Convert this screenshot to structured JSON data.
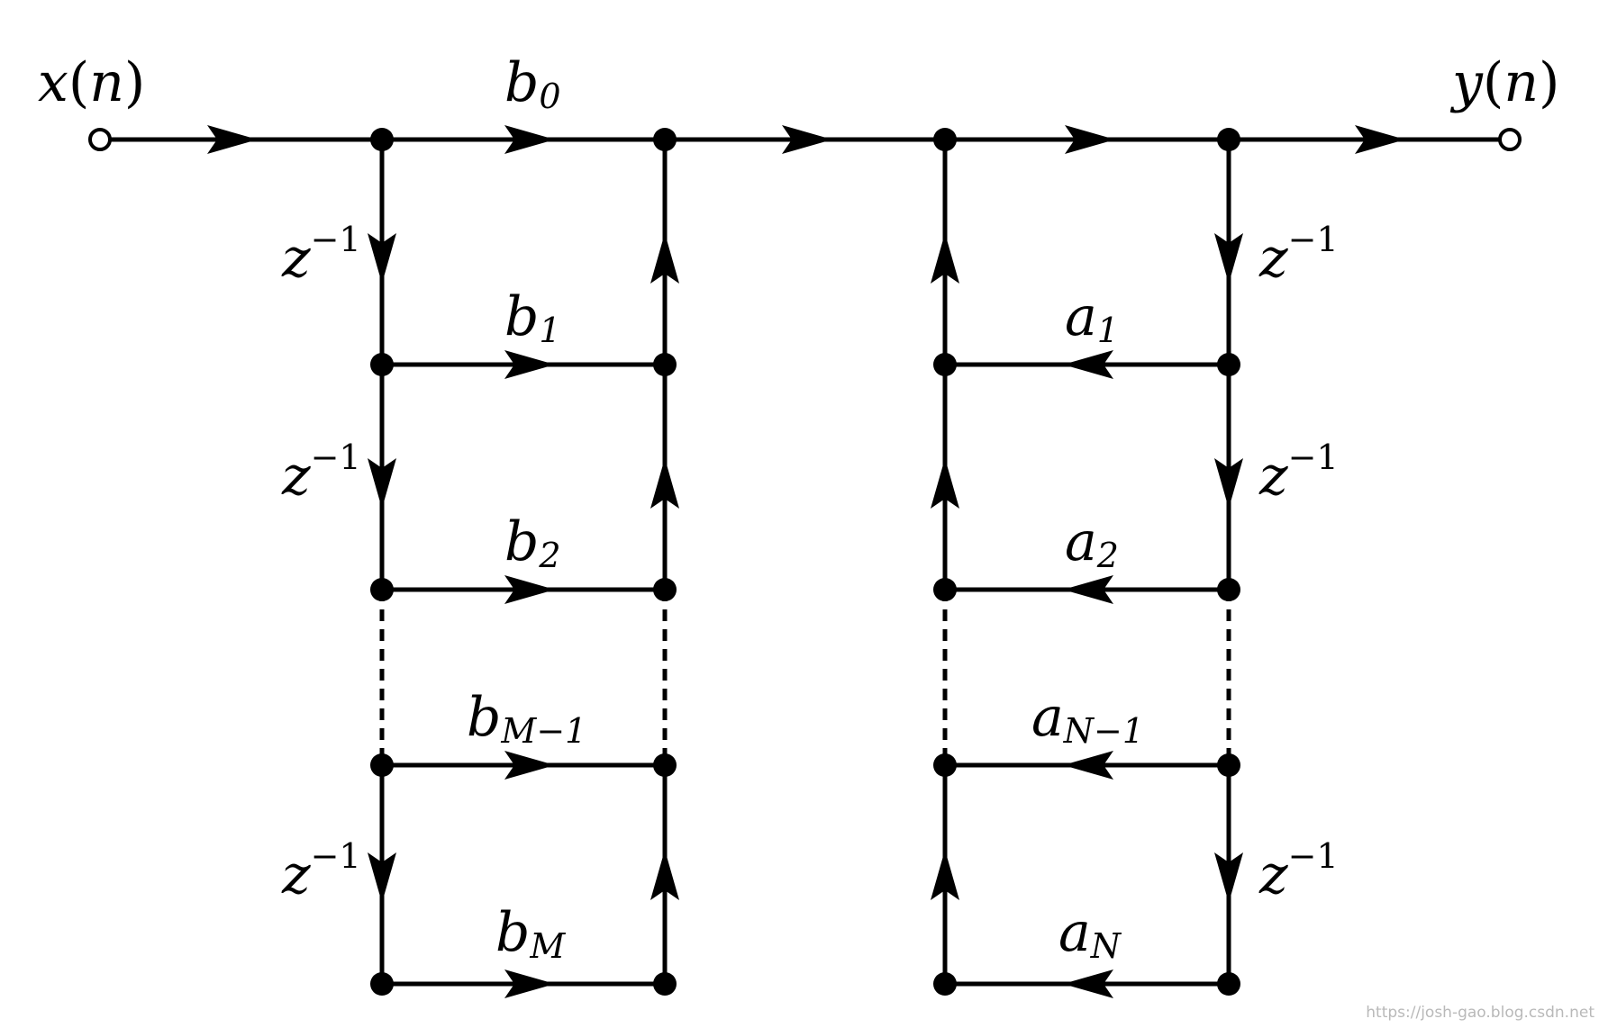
{
  "input_label": {
    "var": "x",
    "arg": "n"
  },
  "output_label": {
    "var": "y",
    "arg": "n"
  },
  "delay": {
    "base": "z",
    "exp": "−1"
  },
  "feedforward_coefficients": [
    {
      "base": "b",
      "sub": "0"
    },
    {
      "base": "b",
      "sub": "1"
    },
    {
      "base": "b",
      "sub": "2"
    },
    {
      "base": "b",
      "sub": "M−1"
    },
    {
      "base": "b",
      "sub": "M"
    }
  ],
  "feedback_coefficients": [
    {
      "base": "a",
      "sub": "1"
    },
    {
      "base": "a",
      "sub": "2"
    },
    {
      "base": "a",
      "sub": "N−1"
    },
    {
      "base": "a",
      "sub": "N"
    }
  ],
  "watermark": "https://josh-gao.blog.csdn.net"
}
